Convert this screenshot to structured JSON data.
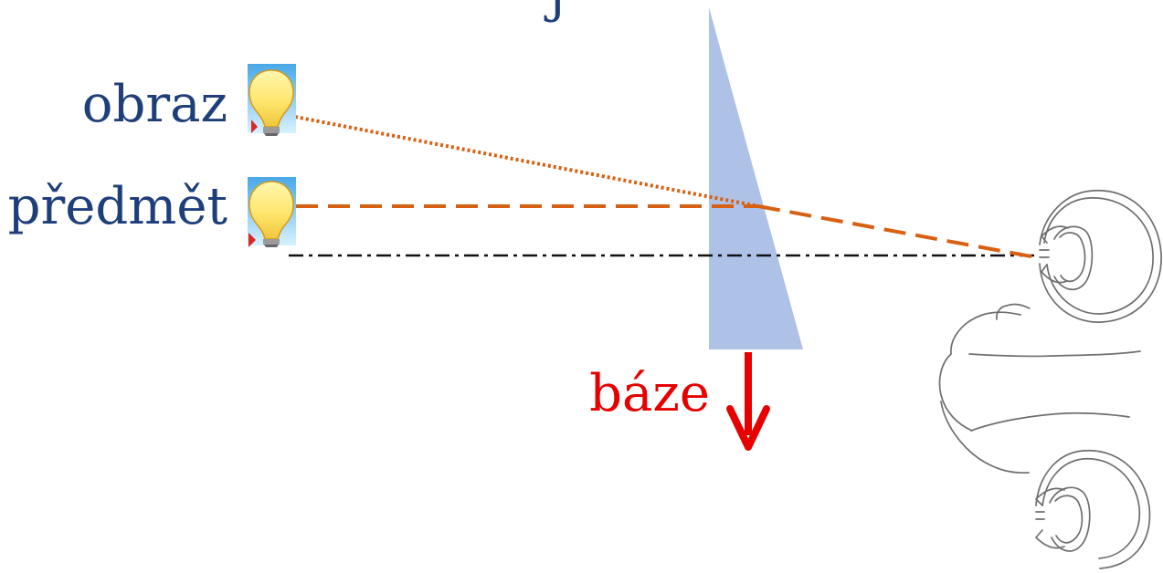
{
  "labels": {
    "top_fragment": "j",
    "image": "obraz",
    "object": "předmět",
    "base": "báze"
  },
  "colors": {
    "text_blue": "#1f3f7a",
    "base_red": "#e60000",
    "ray_orange": "#d86012",
    "prism_fill": "#aec2e8",
    "axis_black": "#111111",
    "sketch_gray": "#6f6f6f"
  },
  "icons": {
    "image_bulb": "light-bulb-icon",
    "object_bulb": "light-bulb-icon",
    "base_arrow": "arrow-down-icon"
  }
}
